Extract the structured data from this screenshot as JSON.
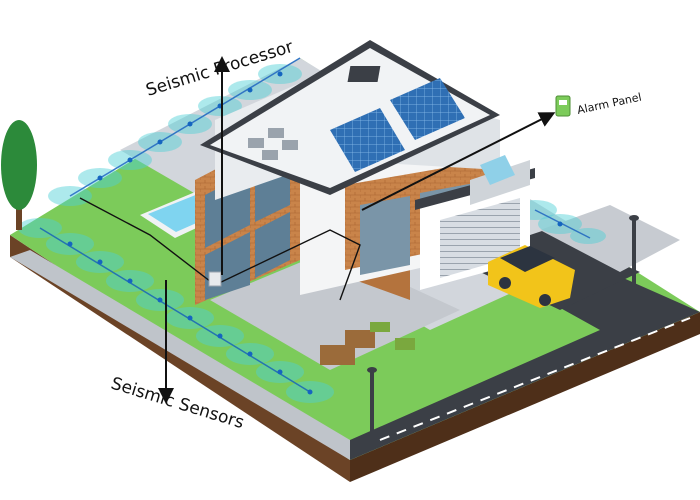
{
  "labels": {
    "processor": "Seismic Processor",
    "alarm": "Alarm Panel",
    "sensors": "Seismic Sensors"
  },
  "colors": {
    "grass": "#7ccb5a",
    "sensor_zone": "#4fd0d6",
    "sensor_node": "#1565c0",
    "brick": "#c9844a",
    "road": "#3b3f46",
    "car": "#f2c41a",
    "solar": "#2f6fb4"
  }
}
